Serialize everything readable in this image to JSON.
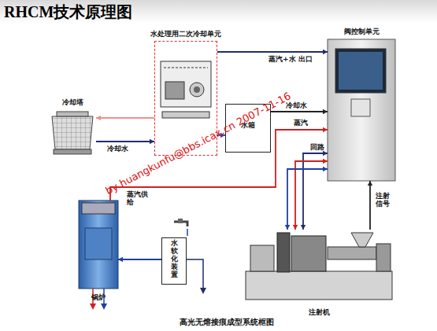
{
  "diagram": {
    "title": "RHCM技术原理图",
    "caption": "高光无熔接痕成型系统框图",
    "nodes": [
      {
        "text": [
          "冷却塔"
        ]
      },
      {
        "text": [
          "水处理用二次冷却单元"
        ]
      },
      {
        "text": [
          "水箱"
        ]
      },
      {
        "text": [
          "阀控制单元"
        ]
      },
      {
        "text": [
          "锅炉"
        ]
      },
      {
        "text": [
          "水软化装置"
        ]
      },
      {
        "text": [
          "注射机"
        ]
      }
    ],
    "edges": [
      {
        "from": 1,
        "to": 0,
        "arrow": "to"
      },
      {
        "from": 0,
        "to": 1,
        "label": "冷却水",
        "arrow": "to"
      },
      {
        "from": 1,
        "to": 2,
        "arrow": "to"
      },
      {
        "from": 2,
        "to": 3,
        "label": "冷却水",
        "arrow": "to"
      },
      {
        "from": 1,
        "to": 3,
        "label": "蒸汽+水 出口",
        "arrow": "to"
      },
      {
        "from": 4,
        "to": 3,
        "label": "蒸汽",
        "arrow": "to"
      },
      {
        "from": 5,
        "to": 4,
        "arrow": "to"
      },
      {
        "from": 3,
        "to": 6,
        "label": "回路",
        "arrow": "both"
      },
      {
        "from": 3,
        "to": 6,
        "arrow": "both"
      },
      {
        "from": 3,
        "to": 6,
        "arrow": "both"
      },
      {
        "from": 6,
        "to": 3,
        "arrow": "to"
      }
    ],
    "labels": [
      "蒸汽供给",
      "注射信号",
      "by huangkunfu@bbs.icax.cn 2007-11-16"
    ]
  }
}
